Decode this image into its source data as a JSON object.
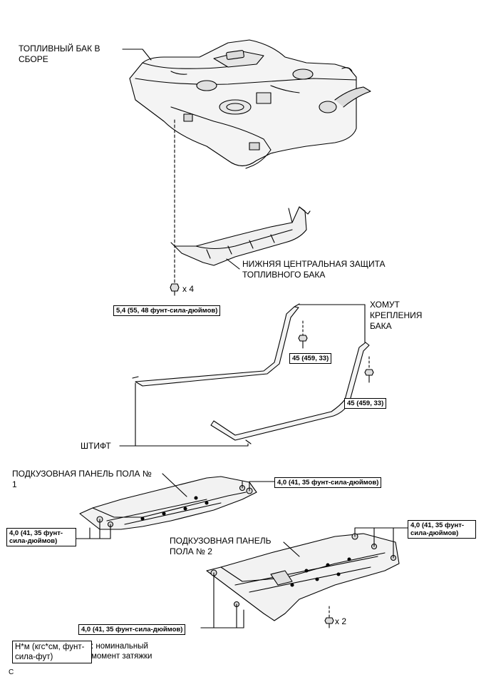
{
  "labels": {
    "fuel_tank": "ТОПЛИВНЫЙ БАК В СБОРЕ",
    "lower_center_protector": "НИЖНЯЯ ЦЕНТРАЛЬНАЯ ЗАЩИТА ТОПЛИВНОГО БАКА",
    "tank_band": "ХОМУТ КРЕПЛЕНИЯ БАКА",
    "pin": "ШТИФТ",
    "floor_panel_1": "ПОДКУЗОВНАЯ ПАНЕЛЬ ПОЛА № 1",
    "floor_panel_2": "ПОДКУЗОВНАЯ ПАНЕЛЬ ПОЛА № 2",
    "count_x4": "x 4",
    "count_x2": "x 2",
    "corner_code": "C"
  },
  "torques": {
    "protector_bolts": "5,4 (55, 48 фунт-сила-дюймов)",
    "band_bolt_1": "45 (459, 33)",
    "band_bolt_2": "45 (459, 33)",
    "panel1_right": "4,0 (41, 35 фунт-сила-дюймов)",
    "panel1_left": "4,0 (41, 35 фунт-сила-дюймов)",
    "panel2_right": "4,0 (41, 35 фунт-сила-дюймов)",
    "panel2_bottom": "4,0 (41, 35 фунт-сила-дюймов)"
  },
  "legend": {
    "units": "Н*м (кгс*см, фунт-сила-фут)",
    "description": ": номинальный момент затяжки"
  }
}
